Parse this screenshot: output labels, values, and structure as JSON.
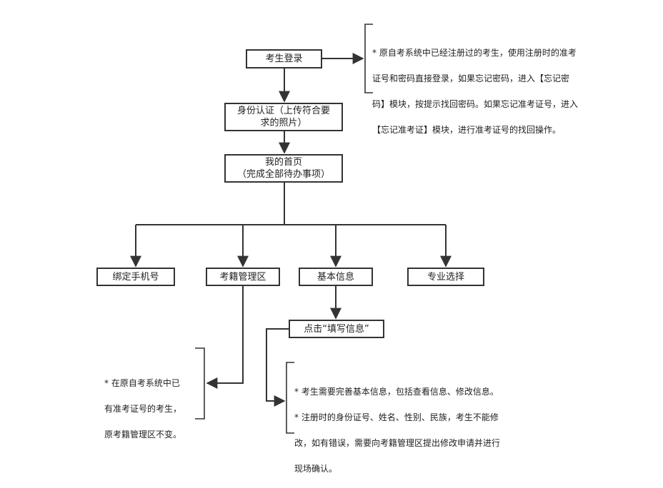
{
  "nodes": {
    "login": "考生登录",
    "identity": [
      "身份认证（上传符合要",
      "求的照片）"
    ],
    "home": [
      "我的首页",
      "（完成全部待办事项）"
    ],
    "phone": "绑定手机号",
    "registry": "考籍管理区",
    "basic": "基本信息",
    "major": "专业选择",
    "fill": "点击“填写信息”"
  },
  "notes": {
    "login": [
      "* 原自考系统中已经注册过的考生，使用注册时的准考",
      "证号和密码直接登录，如果忘记密码，进入【忘记密",
      "码】模块，按提示找回密码。如果忘记准考证号，进入",
      "【忘记准考证】模块，进行准考证号的找回操作。"
    ],
    "registry": [
      "* 在原自考系统中已",
      "有准考证号的考生，",
      "原考籍管理区不变。"
    ],
    "basic": [
      "* 考生需要完善基本信息，包括查看信息、修改信息。",
      "* 注册时的身份证号、姓名、性别、民族，考生不能修",
      "改，如有错误，需要向考籍管理区提出修改申请并进行",
      "现场确认。"
    ]
  }
}
